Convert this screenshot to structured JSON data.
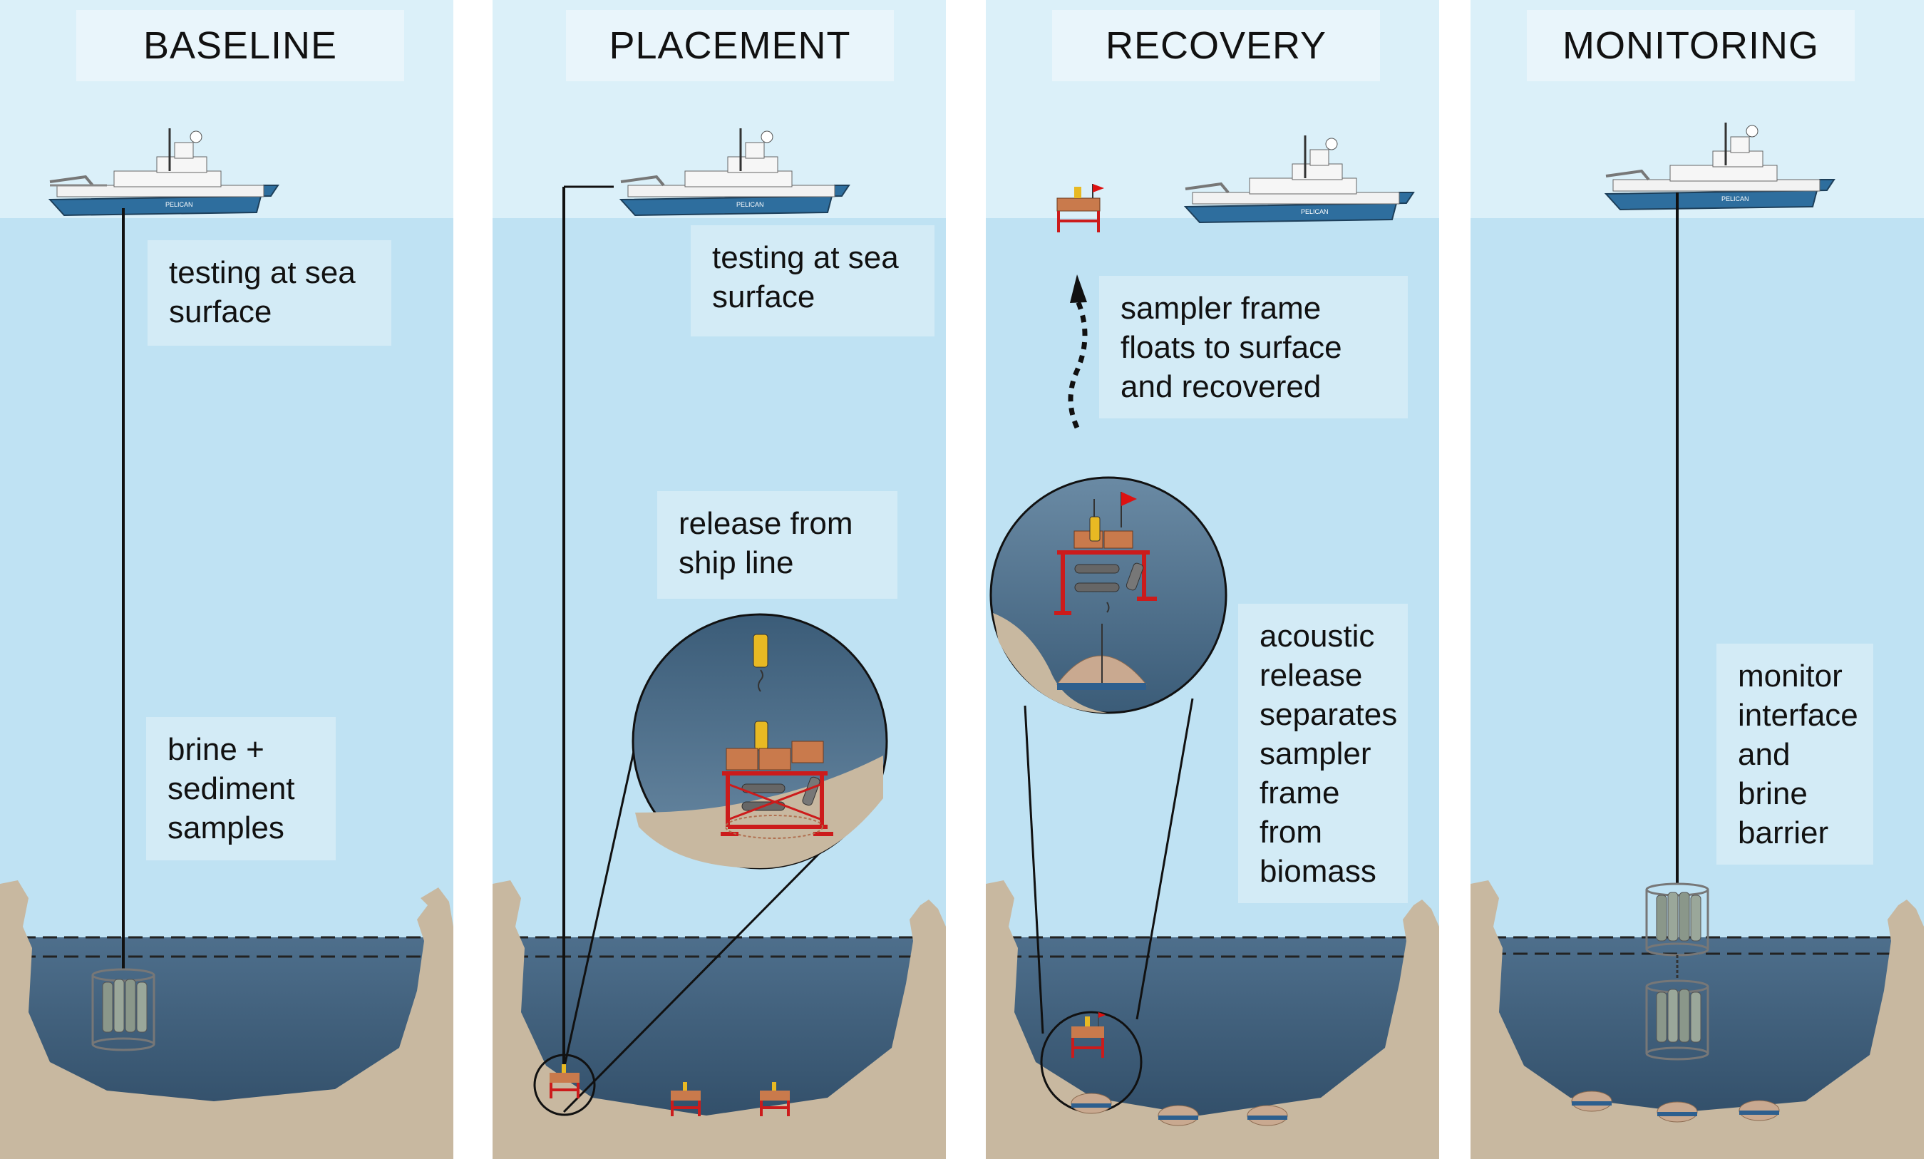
{
  "panels": [
    {
      "title": "BASELINE",
      "ship_name": "PELICAN",
      "labels": [
        "testing at sea\nsurface",
        "brine +\nsediment\nsamples"
      ]
    },
    {
      "title": "PLACEMENT",
      "ship_name": "PELICAN",
      "labels": [
        "testing at sea\nsurface",
        "release from\nship line"
      ]
    },
    {
      "title": "RECOVERY",
      "ship_name": "PELICAN",
      "labels": [
        "sampler frame\nfloats to surface\nand recovered",
        "acoustic\nrelease\nseparates\nsampler\nframe\nfrom\nbiomass"
      ]
    },
    {
      "title": "MONITORING",
      "ship_name": "PELICAN",
      "labels": [
        "monitor\ninterface\nand\nbrine\nbarrier"
      ]
    }
  ],
  "colors": {
    "sky": "#dbf0f9",
    "water": "#bfe2f3",
    "brine": "#40607c",
    "sediment": "#c8b8a0",
    "hull": "#2e6e9e",
    "frame": "#cc1b1b",
    "box": "#c97a4c",
    "float": "#e8b923"
  }
}
